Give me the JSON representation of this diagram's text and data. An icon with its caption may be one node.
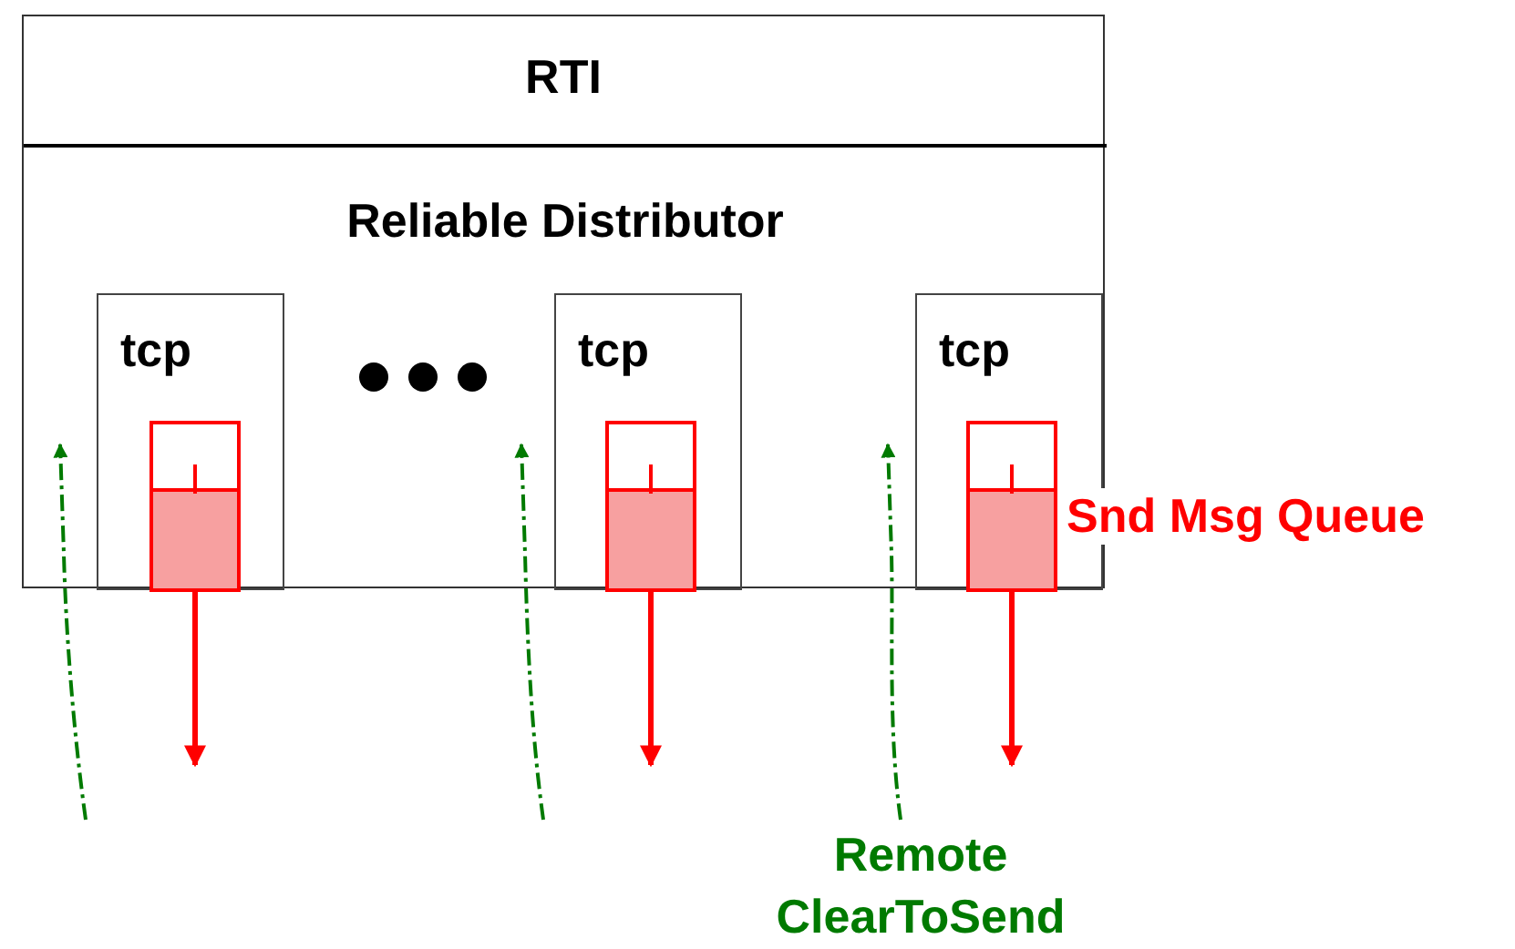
{
  "diagram": {
    "nodes": [
      {
        "text": [
          "RTI"
        ]
      },
      {
        "text": [
          "Reliable Distributor"
        ],
        "in": 0
      },
      {
        "text": [
          "tcp"
        ],
        "in": 1
      },
      {
        "text": [],
        "shape": "box",
        "in": 2
      },
      {
        "text": [
          "tcp"
        ],
        "in": 1
      },
      {
        "text": [],
        "shape": "box",
        "in": 4
      },
      {
        "text": [
          "tcp"
        ],
        "in": 1
      },
      {
        "text": [],
        "shape": "box",
        "in": 6,
        "beside": [
          "Snd Msg Queue"
        ]
      }
    ],
    "edges": [
      {
        "from": null,
        "to": 2,
        "arrow": "to",
        "style": "dashed",
        "color": "#007a00"
      },
      {
        "from": 3,
        "to": null,
        "arrow": "to",
        "color": "#ff0000"
      },
      {
        "from": null,
        "to": 4,
        "arrow": "to",
        "style": "dashed",
        "color": "#007a00"
      },
      {
        "from": 5,
        "to": null,
        "arrow": "to",
        "color": "#ff0000"
      },
      {
        "from": null,
        "to": 6,
        "arrow": "to",
        "style": "dashed",
        "color": "#007a00"
      },
      {
        "from": 7,
        "to": null,
        "arrow": "to",
        "color": "#ff0000"
      }
    ],
    "labels": [
      "Remote ClearToSend"
    ]
  }
}
